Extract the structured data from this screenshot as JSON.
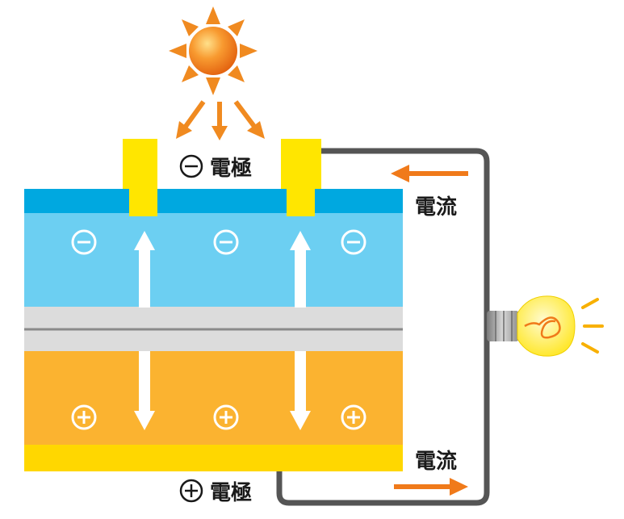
{
  "labels": {
    "neg_electrode_symbol": "⊖",
    "neg_electrode_text": "電極",
    "pos_electrode_symbol": "⊕",
    "pos_electrode_text": "電極",
    "current_top": "電流",
    "current_bottom": "電流"
  },
  "n_layer_charges": [
    "⊖",
    "⊖",
    "⊖"
  ],
  "p_layer_charges": [
    "⊕",
    "⊕",
    "⊕"
  ],
  "colors": {
    "sun": "#f07a1a",
    "sun_rays": "#f08a20",
    "n_layer_top": "#00a8e0",
    "n_layer": "#6ccff2",
    "junction": "#dcdcdc",
    "p_layer": "#fbb330",
    "bottom_electrode": "#ffd700",
    "finger_electrode": "#ffe600",
    "wire": "#555555",
    "current_arrow": "#f07a1a",
    "bulb": "#fff04a"
  },
  "icons": [
    "sun-icon",
    "light-bulb-icon",
    "minus-circle-icon",
    "plus-circle-icon"
  ]
}
